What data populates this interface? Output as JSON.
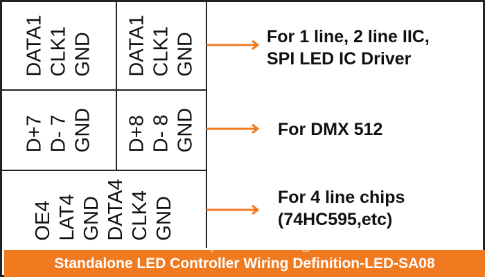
{
  "rows": [
    {
      "blocks": [
        {
          "pins": [
            "GND",
            "CLK1",
            "DATA1"
          ]
        },
        {
          "pins": [
            "GND",
            "CLK1",
            "DATA1"
          ]
        }
      ],
      "description": [
        "For 1 line, 2 line IIC,",
        "SPI LED IC Driver"
      ]
    },
    {
      "blocks": [
        {
          "pins": [
            "GND",
            "D- 7",
            "D+7"
          ]
        },
        {
          "pins": [
            "GND",
            "D- 8",
            "D+8"
          ]
        }
      ],
      "description": [
        "For DMX 512"
      ]
    },
    {
      "blocks": [
        {
          "pins": [
            "GND",
            "CLK4",
            "DATA4",
            "GND",
            "LAT4",
            "OE4"
          ]
        }
      ],
      "description": [
        "For 4 line chips",
        "(74HC595,etc)"
      ]
    }
  ],
  "footer": {
    "title": "Standalone LED Controller Wiring Definition-LED-SA08"
  },
  "watermark": "pl.iseeledlight.com",
  "colors": {
    "accent": "#f07a20",
    "border": "#222222",
    "text": "#111111"
  }
}
